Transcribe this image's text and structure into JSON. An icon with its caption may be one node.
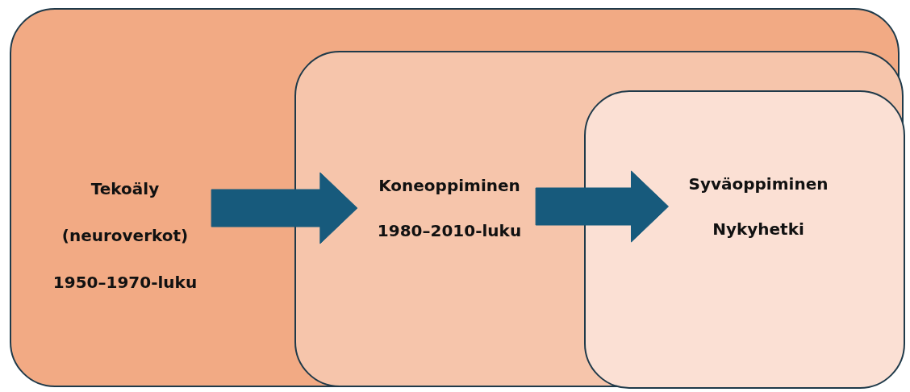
{
  "diagram": {
    "nodes": [
      {
        "text": [
          "Tekoäly",
          "(neuroverkot)",
          "1950–1970-luku"
        ]
      },
      {
        "text": [
          "Koneoppiminen",
          "1980–2010-luku"
        ],
        "in": 0
      },
      {
        "text": [
          "Syväoppiminen",
          "Nykyhetki"
        ],
        "in": 1
      }
    ],
    "edges": [
      {
        "from": 0,
        "to": 1,
        "arrow": "to",
        "style": "thick",
        "color": "#175a7c"
      },
      {
        "from": 1,
        "to": 2,
        "arrow": "to",
        "style": "thick",
        "color": "#175a7c"
      }
    ]
  }
}
